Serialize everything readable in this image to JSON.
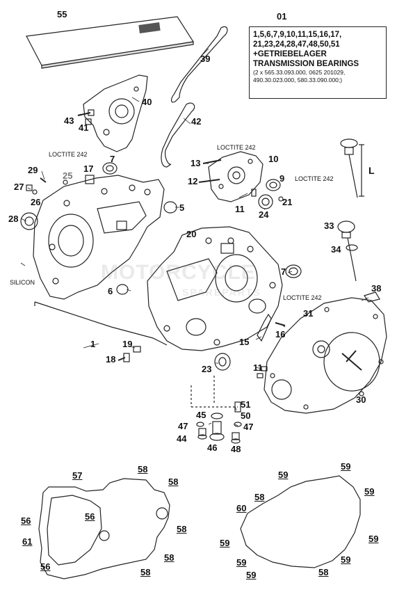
{
  "info_box": {
    "ref": "01",
    "line1": "1,5,6,7,9,10,11,15,16,17,",
    "line2": "21,23,24,28,47,48,50,51",
    "line3": "+GETRIEBELAGER",
    "line4": "TRANSMISSION BEARINGS",
    "note1": "(2 x 565.33.093.000, 0625 201029,",
    "note2": "490.30.023.000, 580.33.090.000;)"
  },
  "notes": {
    "loctite_a": "LOCTITE 242",
    "loctite_b": "LOCTITE 242",
    "loctite_c": "LOCTITE 242",
    "loctite_d": "LOCTITE 242",
    "silicon": "SILICON",
    "dimension_l": "L"
  },
  "watermark": {
    "main": "MOTORCYCLE",
    "sub": "SPAREPARTS"
  },
  "callouts": {
    "c55": "55",
    "c39": "39",
    "c40": "40",
    "c42": "42",
    "c43": "43",
    "c41": "41",
    "c29": "29",
    "c25": "25",
    "c17": "17",
    "c7a": "7",
    "c27": "27",
    "c26": "26",
    "c28": "28",
    "c5": "5",
    "c13": "13",
    "c10": "10",
    "c12": "12",
    "c9": "9",
    "c11a": "11",
    "c24": "24",
    "c21": "21",
    "c20": "20",
    "c33": "33",
    "c34": "34",
    "c6": "6",
    "c7b": "7",
    "c38": "38",
    "c31": "31",
    "c15": "15",
    "c16": "16",
    "c1": "1",
    "c19": "19",
    "c18": "18",
    "c23": "23",
    "c11b": "11",
    "c30": "30",
    "c51": "51",
    "c45": "45",
    "c50": "50",
    "c47a": "47",
    "c47b": "47",
    "c44": "44",
    "c46": "46",
    "c48": "48",
    "g57": "57",
    "g58a": "58",
    "g58b": "58",
    "g56a": "56",
    "g56b": "56",
    "g58c": "58",
    "g61": "61",
    "g58d": "58",
    "g56c": "56",
    "g58e": "58",
    "g59a": "59",
    "g59b": "59",
    "g58f": "58",
    "g60": "60",
    "g59c": "59",
    "g59d": "59",
    "g59e": "59",
    "g59f": "59",
    "g59g": "59",
    "g59h": "59",
    "g58g": "58"
  }
}
